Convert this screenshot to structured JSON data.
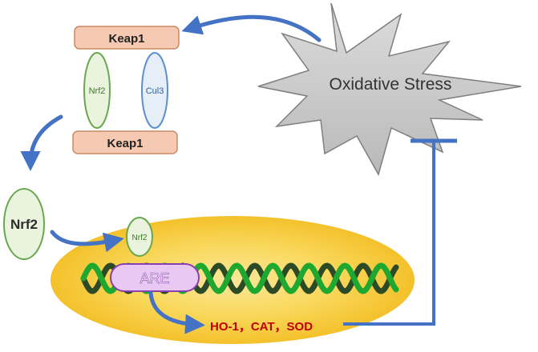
{
  "diagram": {
    "keap1_top": "Keap1",
    "keap1_bottom": "Keap1",
    "nrf2_complex": "Nrf2",
    "cul3": "Cul3",
    "oxidative_stress": "Oxidative Stress",
    "nrf2_free": "Nrf2",
    "nrf2_nuclear": "Nrf2",
    "are": "ARE",
    "genes": "HO-1，CAT，SOD"
  },
  "colors": {
    "keap1_fill": "#f6c9b2",
    "keap1_stroke": "#c98a64",
    "nrf2_fill": "#e9f3dd",
    "nrf2_stroke": "#6aa84f",
    "cul3_fill": "#e6eef8",
    "cul3_stroke": "#5b8fcf",
    "stress_fill": "#c9c9c9",
    "nucleus": "#f7c93c",
    "dna_light": "#1fa82f",
    "dna_dark": "#2c4a25",
    "are_fill": "#e9c8f3",
    "are_stroke": "#8a3fb0",
    "arrow": "#4472c4",
    "genes_text": "#c00000"
  }
}
